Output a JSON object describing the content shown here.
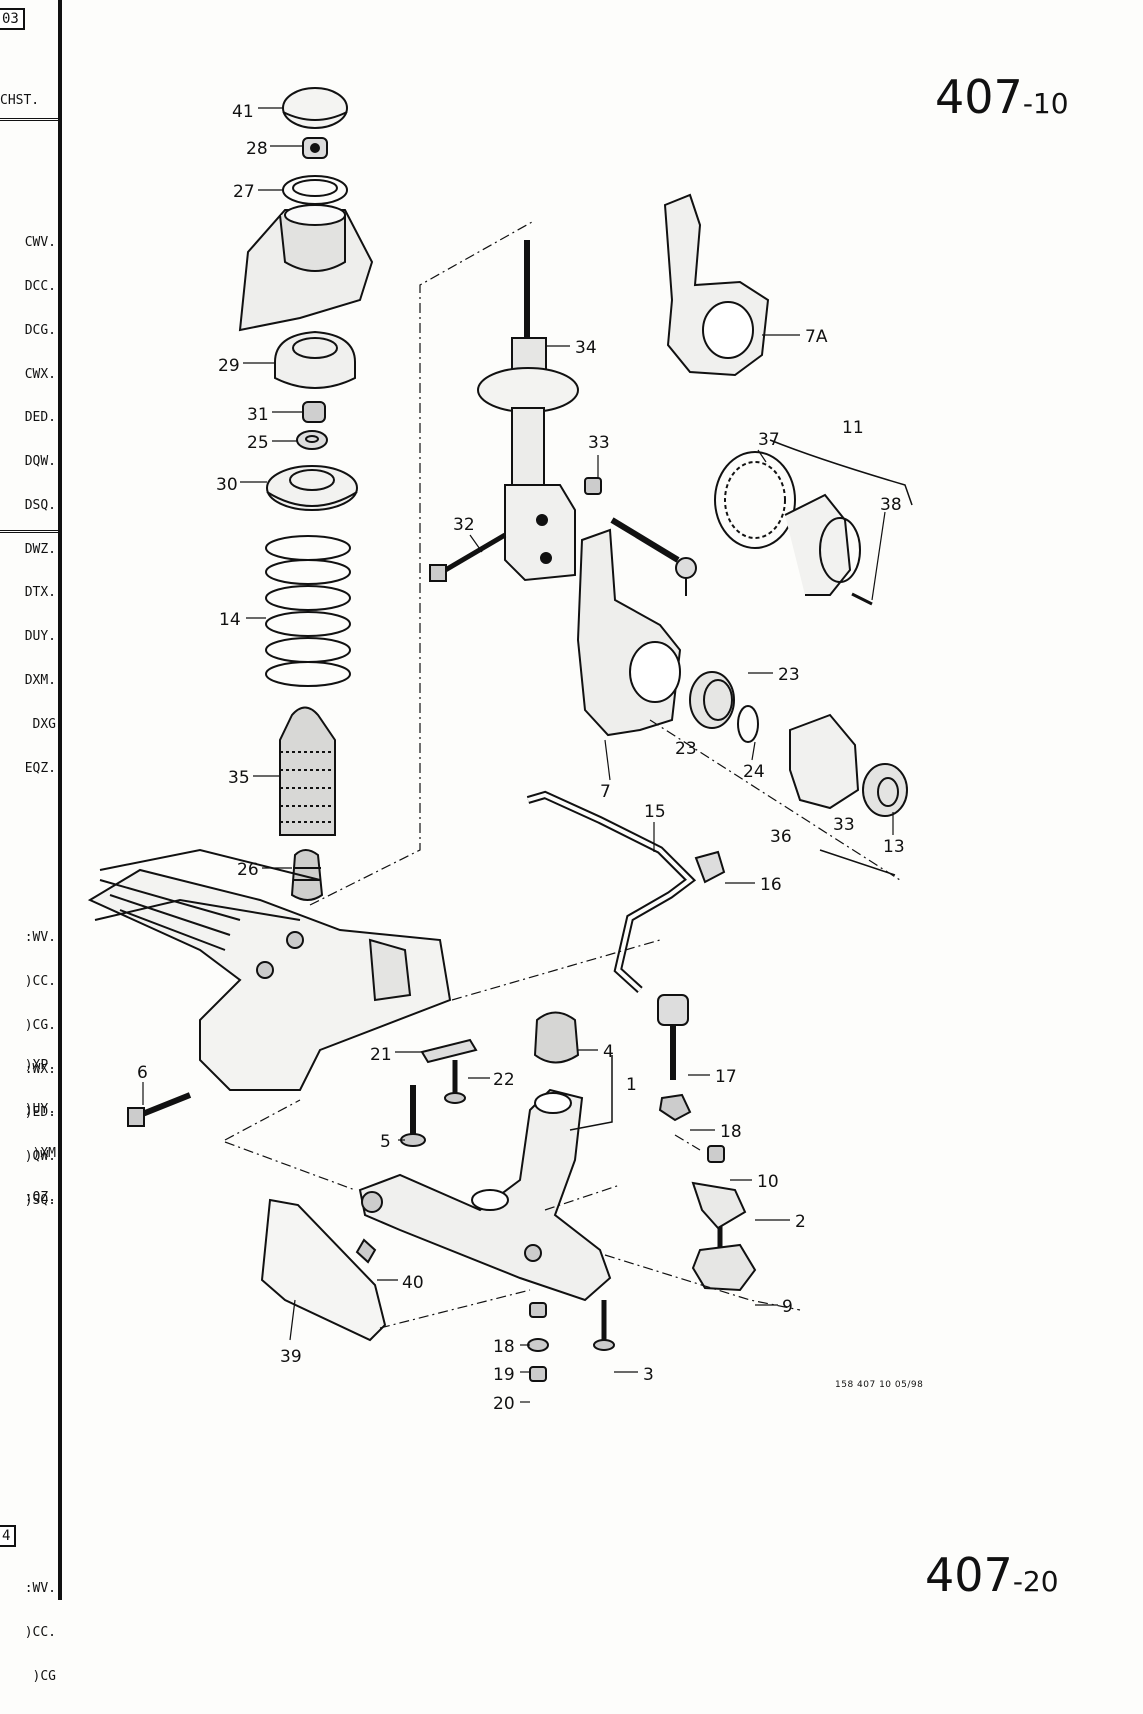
{
  "margin": {
    "tab_top": "03",
    "section_label": "CHST.",
    "codes_top": [
      "CWV.",
      "DCC.",
      "DCG.",
      "CWX.",
      "DED.",
      "DQW.",
      "DSQ.",
      "DWZ.",
      "DTX.",
      "DUY.",
      "DXM.",
      "DXG",
      "EQZ."
    ],
    "codes_mid_a": [
      ":WV.",
      ")CC.",
      ")CG.",
      ":WX.",
      ")ED.",
      ")QW.",
      ")SQ."
    ],
    "codes_mid_b": [
      ")XP.",
      ")UY.",
      ")XM",
      ":QZ."
    ],
    "tab_bottom": "4",
    "codes_bottom": [
      ":WV.",
      ")CC.",
      ")CG"
    ]
  },
  "page_number": {
    "main": "407",
    "sub": "-10"
  },
  "page_number_next": {
    "main": "407",
    "sub": "-20"
  },
  "footnote": "158   407 10   05/98",
  "callouts": {
    "c41": "41",
    "c28": "28",
    "c27": "27",
    "c29": "29",
    "c31": "31",
    "c25": "25",
    "c30": "30",
    "c14": "14",
    "c35": "35",
    "c26": "26",
    "c34": "34",
    "c33a": "33",
    "c32": "32",
    "c7A": "7A",
    "c37": "37",
    "c11": "11",
    "c38": "38",
    "c23a": "23",
    "c23b": "23",
    "c24": "24",
    "c7": "7",
    "c36": "36",
    "c33b": "33",
    "c13": "13",
    "c15": "15",
    "c16": "16",
    "c6": "6",
    "c21": "21",
    "c22": "22",
    "c4": "4",
    "c1": "1",
    "c17": "17",
    "c5": "5",
    "c18a": "18",
    "c10": "10",
    "c2": "2",
    "c40": "40",
    "c9": "9",
    "c39": "39",
    "c18b": "18",
    "c19": "19",
    "c20": "20",
    "c3": "3"
  }
}
